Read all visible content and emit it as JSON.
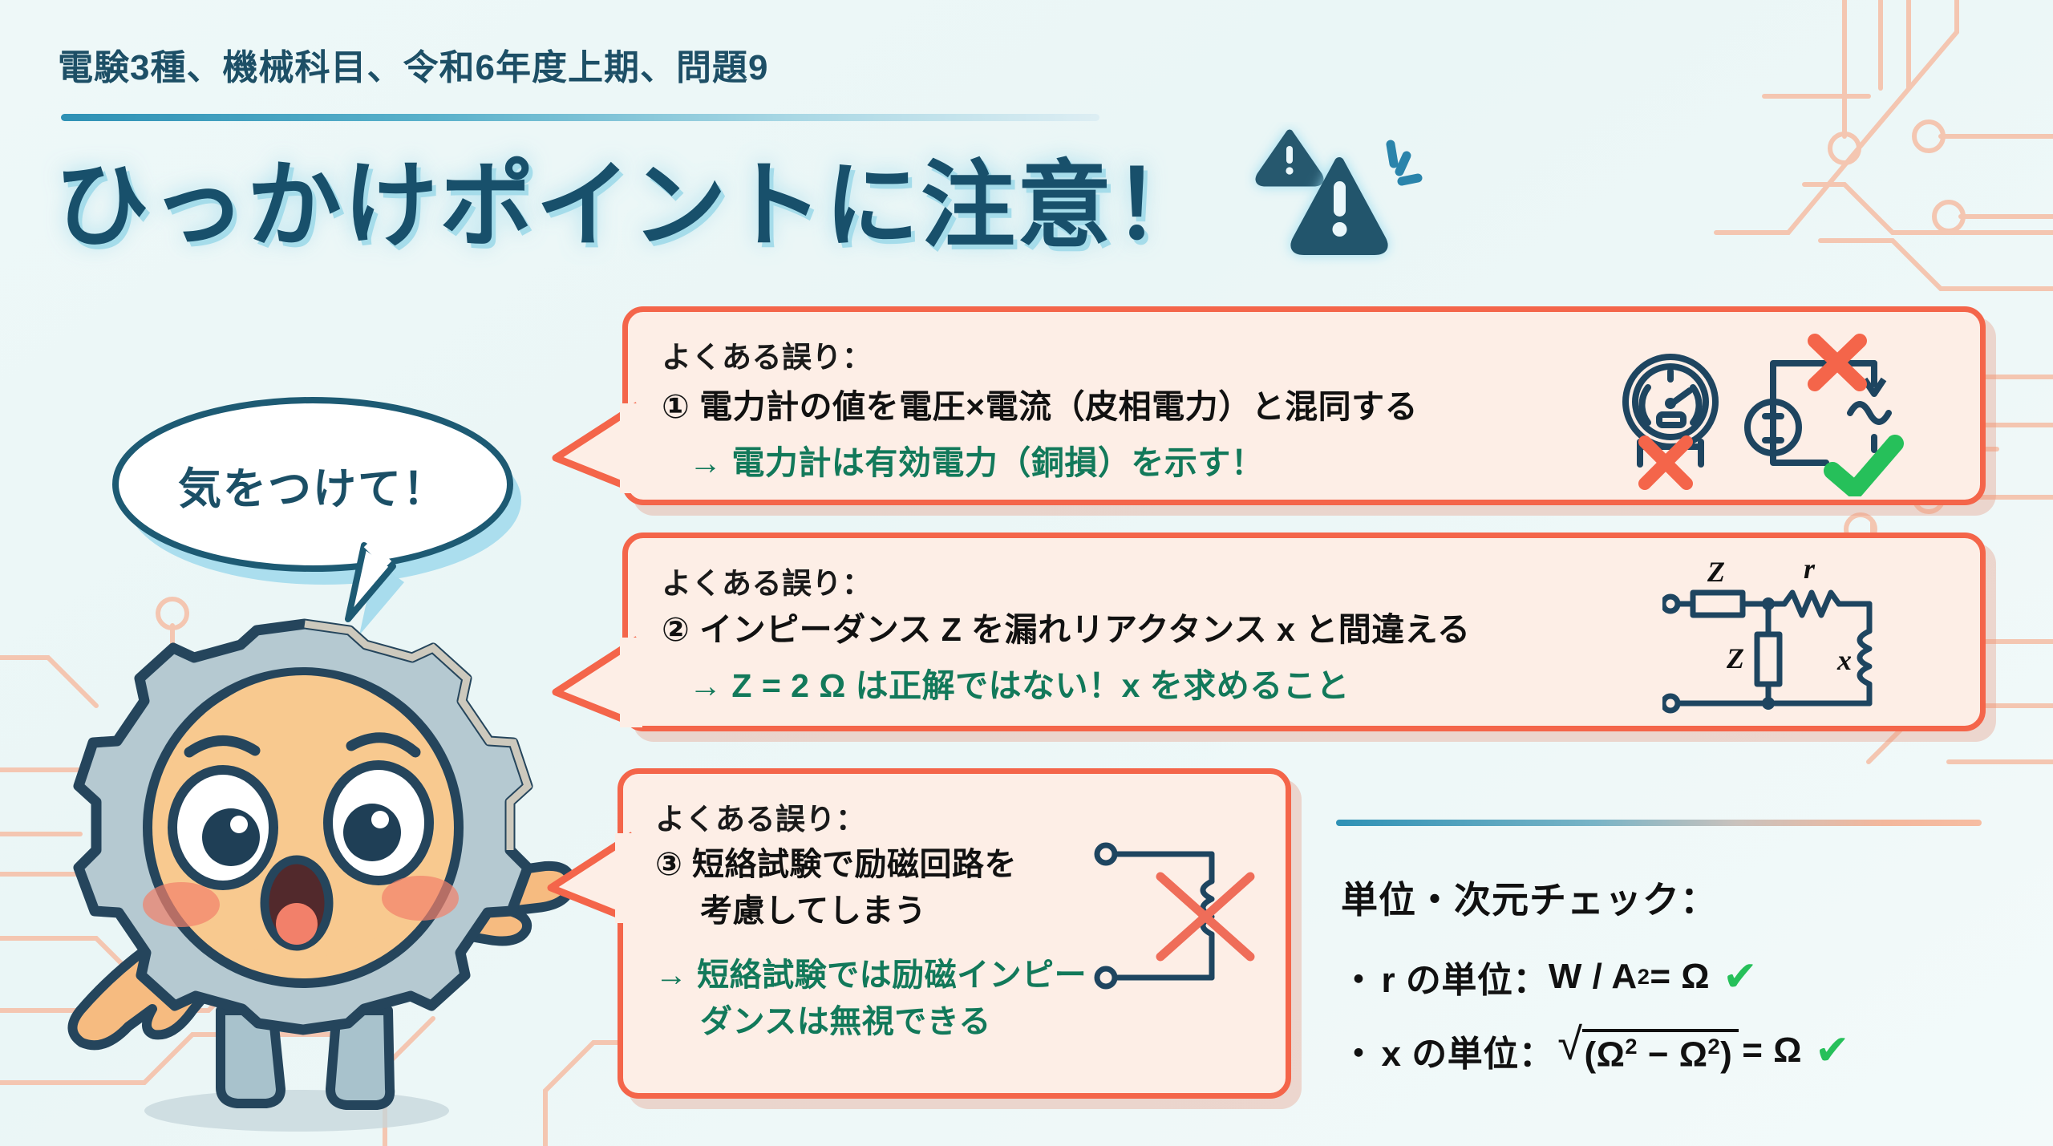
{
  "header": {
    "kicker": "電験3種、機械科目、令和6年度上期、問題9",
    "title": "ひっかけポイントに注意！",
    "warning_icon": "warning-triangle-icon"
  },
  "mascot": {
    "name": "gear-character",
    "speech": "気をつけて！"
  },
  "colors": {
    "background": "#eef7f7",
    "title_text": "#18506b",
    "title_glow": "#a5dcea",
    "callout_border": "#f4654a",
    "callout_fill": "#fdeee6",
    "fix_text_green": "#12795a",
    "circuit_ink": "#1e4560",
    "trace_peach": "#f3c1ac",
    "check_green": "#26c05a",
    "cross_red": "#f4654a"
  },
  "callouts": [
    {
      "label": "よくある誤り：",
      "number": "①",
      "mistake": "電力計の値を電圧×電流（皮相電力）と混同する",
      "fix": "→ 電力計は有効電力（銅損）を示す！",
      "graphics": [
        "analog-meter-icon",
        "red-cross-icon",
        "dc-source-circuit-icon",
        "ac-sine-icon",
        "green-check-icon"
      ]
    },
    {
      "label": "よくある誤り：",
      "number": "②",
      "mistake": "インピーダンス Z を漏れリアクタンス x と間違える",
      "fix": "→ Z = 2 Ω は正解ではない！x を求めること",
      "graphics": [
        "equivalent-circuit-diagram"
      ],
      "circuit_labels": [
        "Z",
        "r",
        "Z",
        "x"
      ]
    },
    {
      "label": "よくある誤り：",
      "number": "③",
      "mistake_line1": "短絡試験で励磁回路を",
      "mistake_line2": "考慮してしまう",
      "fix_line1": "→ 短絡試験では励磁インピー",
      "fix_line2": "ダンスは無視できる",
      "graphics": [
        "excitation-branch-crossed-out-icon"
      ]
    }
  ],
  "unit_check": {
    "title": "単位・次元チェック：",
    "rows": [
      {
        "bullet": "・",
        "lead": "r の単位：",
        "expr": "W / A",
        "expr_sup": "2",
        "expr_tail": " = Ω",
        "mark": "✔"
      },
      {
        "bullet": "・",
        "lead": "x の単位：",
        "sqrt_inner_a": "(Ω",
        "sqrt_sup_a": "2",
        "sqrt_mid": " − Ω",
        "sqrt_sup_b": "2",
        "sqrt_close": ")",
        "expr_tail": " = Ω",
        "mark": "✔"
      }
    ]
  }
}
